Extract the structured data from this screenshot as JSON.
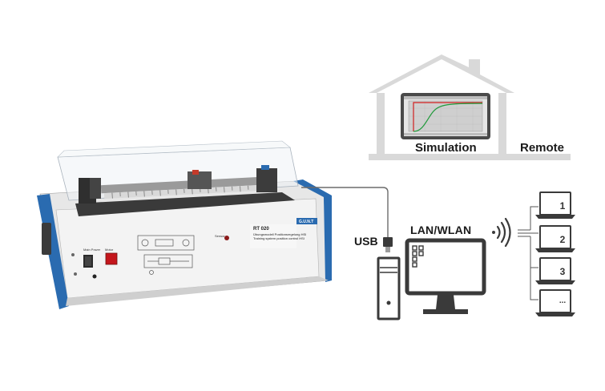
{
  "labels": {
    "usb": "USB",
    "lan_wlan": "LAN/WLAN",
    "simulation": "Simulation",
    "remote": "Remote"
  },
  "laptops": [
    {
      "label": "1"
    },
    {
      "label": "2"
    },
    {
      "label": "3"
    },
    {
      "label": "..."
    }
  ],
  "device_panel": {
    "model_code": "RT 020",
    "description_line1": "Übungsmodell Positionsregelung HSI",
    "description_line2": "Training system position control HSI",
    "brand": "G.U.N.T",
    "mains_label": "Main Power",
    "motor_label": "Motor",
    "sensor_label": "Sensor"
  },
  "colors": {
    "accent_blue": "#2a6bb0",
    "line_gray": "#6b6b6b",
    "house_gray": "#d9d9d9",
    "screen_bg": "#d0d0d0",
    "curve_red": "#d21f1f",
    "curve_green": "#1f9a3a"
  },
  "icons": [
    "house-icon",
    "desktop-computer-icon",
    "monitor-icon",
    "wifi-signal-icon",
    "laptop-icon",
    "usb-plug-icon"
  ]
}
